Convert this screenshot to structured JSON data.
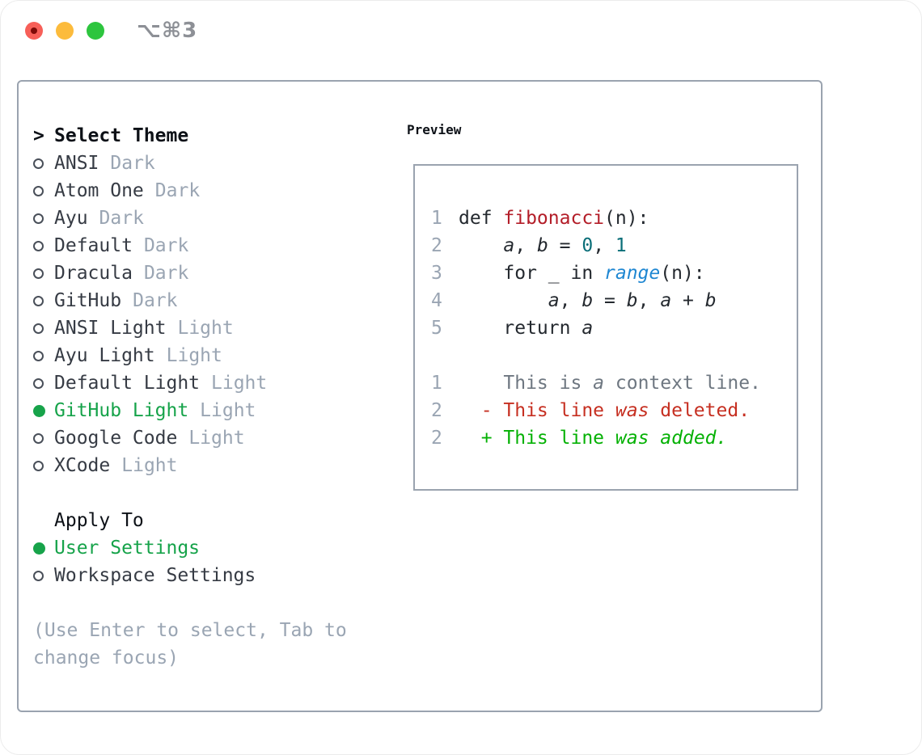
{
  "window": {
    "title": "⌥⌘3",
    "traffic_lights": [
      "close",
      "minimize",
      "zoom"
    ]
  },
  "theme_picker": {
    "header_marker": ">",
    "header": "Select Theme",
    "items": [
      {
        "name": "ANSI",
        "tag": "Dark",
        "selected": false
      },
      {
        "name": "Atom One",
        "tag": "Dark",
        "selected": false
      },
      {
        "name": "Ayu",
        "tag": "Dark",
        "selected": false
      },
      {
        "name": "Default",
        "tag": "Dark",
        "selected": false
      },
      {
        "name": "Dracula",
        "tag": "Dark",
        "selected": false
      },
      {
        "name": "GitHub",
        "tag": "Dark",
        "selected": false
      },
      {
        "name": "ANSI Light",
        "tag": "Light",
        "selected": false
      },
      {
        "name": "Ayu Light",
        "tag": "Light",
        "selected": false
      },
      {
        "name": "Default Light",
        "tag": "Light",
        "selected": false
      },
      {
        "name": "GitHub Light",
        "tag": "Light",
        "selected": true
      },
      {
        "name": "Google Code",
        "tag": "Light",
        "selected": false
      },
      {
        "name": "XCode",
        "tag": "Light",
        "selected": false
      }
    ],
    "apply_to": {
      "header": "Apply To",
      "options": [
        {
          "label": "User Settings",
          "selected": true
        },
        {
          "label": "Workspace Settings",
          "selected": false
        }
      ]
    },
    "hint_lines": [
      "(Use Enter to select, Tab to",
      "change focus)"
    ]
  },
  "preview": {
    "header": "Preview",
    "lines": [
      {
        "num": "1",
        "cls": "code",
        "tokens": [
          {
            "t": "def ",
            "s": "d"
          },
          {
            "t": "fibonacci",
            "s": "r"
          },
          {
            "t": "(n):",
            "s": "d"
          }
        ]
      },
      {
        "num": "2",
        "cls": "code",
        "tokens": [
          {
            "t": "    ",
            "s": "d"
          },
          {
            "t": "a",
            "s": "i"
          },
          {
            "t": ", ",
            "s": "d"
          },
          {
            "t": "b",
            "s": "i"
          },
          {
            "t": " = ",
            "s": "d"
          },
          {
            "t": "0",
            "s": "t"
          },
          {
            "t": ", ",
            "s": "d"
          },
          {
            "t": "1",
            "s": "t"
          }
        ]
      },
      {
        "num": "3",
        "cls": "code",
        "tokens": [
          {
            "t": "    for _ in ",
            "s": "d"
          },
          {
            "t": "range",
            "s": "b"
          },
          {
            "t": "(n):",
            "s": "d"
          }
        ]
      },
      {
        "num": "4",
        "cls": "code",
        "tokens": [
          {
            "t": "        ",
            "s": "d"
          },
          {
            "t": "a",
            "s": "i"
          },
          {
            "t": ", ",
            "s": "d"
          },
          {
            "t": "b",
            "s": "i"
          },
          {
            "t": " = ",
            "s": "d"
          },
          {
            "t": "b",
            "s": "i"
          },
          {
            "t": ", ",
            "s": "d"
          },
          {
            "t": "a",
            "s": "i"
          },
          {
            "t": " + ",
            "s": "d"
          },
          {
            "t": "b",
            "s": "i"
          }
        ]
      },
      {
        "num": "5",
        "cls": "code",
        "tokens": [
          {
            "t": "    return ",
            "s": "d"
          },
          {
            "t": "a",
            "s": "i"
          }
        ]
      },
      {
        "num": "",
        "cls": "code",
        "tokens": []
      },
      {
        "num": "1",
        "cls": "ctx",
        "tokens": [
          {
            "t": "    This is ",
            "s": ""
          },
          {
            "t": "a",
            "s": "i"
          },
          {
            "t": " context line.",
            "s": ""
          }
        ]
      },
      {
        "num": "2",
        "cls": "del",
        "tokens": [
          {
            "t": "  - This line ",
            "s": ""
          },
          {
            "t": "was",
            "s": "i"
          },
          {
            "t": " deleted.",
            "s": ""
          }
        ]
      },
      {
        "num": "2",
        "cls": "add",
        "tokens": [
          {
            "t": "  + This line ",
            "s": ""
          },
          {
            "t": "was",
            "s": "i"
          },
          {
            "t": " ",
            "s": ""
          },
          {
            "t": "added.",
            "s": "i"
          }
        ]
      }
    ]
  },
  "colors": {
    "accent_green": "#16a34a",
    "added_green": "#04b104",
    "deleted_red": "#c62f21",
    "function_red": "#b31d28",
    "number_teal": "#0a6e78",
    "call_blue": "#1f87d2",
    "muted_gray": "#9aa5b3",
    "context_gray": "#6e7781",
    "text_dark": "#24292f",
    "panel_border": "#9aa3af",
    "traffic_red": "#f75f58",
    "traffic_yellow": "#fcbb3c",
    "traffic_green": "#2dc53e"
  }
}
